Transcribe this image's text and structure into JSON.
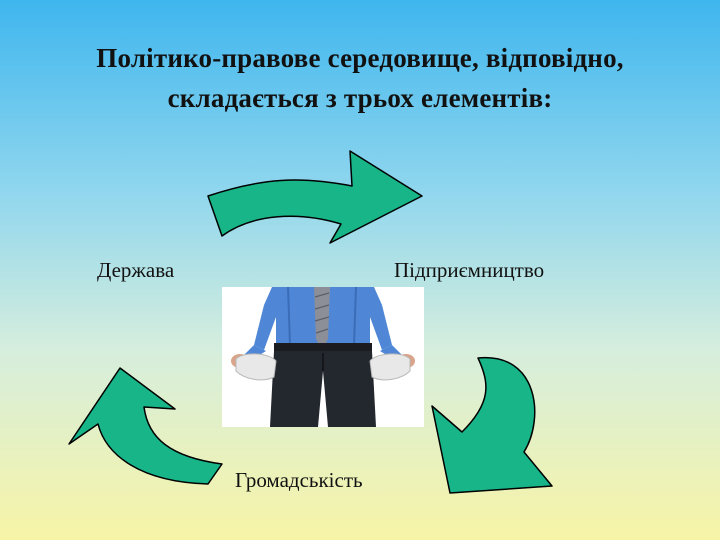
{
  "title": {
    "line1": "Політико-правове середовище, відповідно,",
    "line2": "складається з трьох елементів:"
  },
  "labels": {
    "state": "Держава",
    "business": "Підприємництво",
    "public": "Громадськість"
  },
  "colors": {
    "arrow_fill": "#17b588",
    "arrow_stroke": "#000000",
    "shirt": "#4f86d6",
    "trousers": "#23272e"
  },
  "image": {
    "subject": "man in blue shirt and tie showing empty trouser pockets"
  }
}
